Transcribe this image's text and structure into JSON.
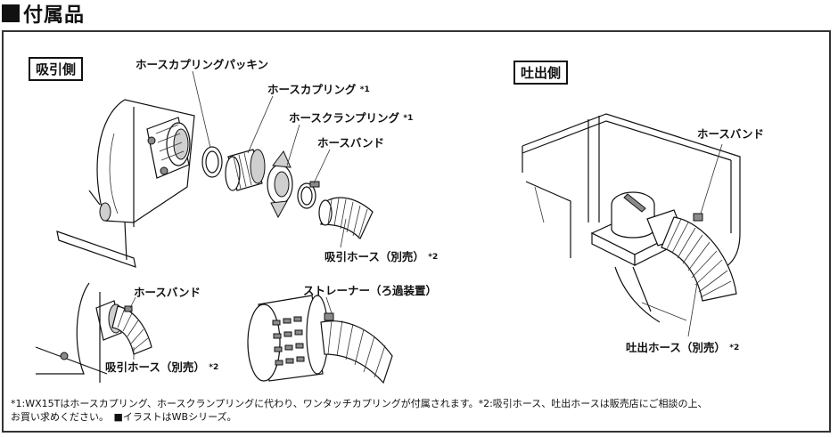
{
  "heading": "付属品",
  "sections": {
    "suction": "吸引側",
    "discharge": "吐出側"
  },
  "labels": {
    "gasket": "ホースカプリングパッキン",
    "coupling": "ホースカプリング",
    "coupling_mark": "*1",
    "clamp_ring": "ホースクランプリング",
    "clamp_ring_mark": "*1",
    "hose_band_top": "ホースバンド",
    "suction_hose_top": "吸引ホース（別売）",
    "suction_hose_top_mark": "*2",
    "hose_band_bottom": "ホースバンド",
    "suction_hose_bottom": "吸引ホース（別売）",
    "suction_hose_bottom_mark": "*2",
    "strainer": "ストレーナー（ろ過装置）",
    "hose_band_right": "ホースバンド",
    "discharge_hose": "吐出ホース（別売）",
    "discharge_hose_mark": "*2"
  },
  "notes": {
    "line1": "*1:WX15Tはホースカプリング、ホースクランプリングに代わり、ワンタッチカプリングが付属されます。*2:吸引ホース、吐出ホースは販売店にご相談の上、",
    "line2": "お買い求めください。　■イラストはWBシリーズ。"
  }
}
